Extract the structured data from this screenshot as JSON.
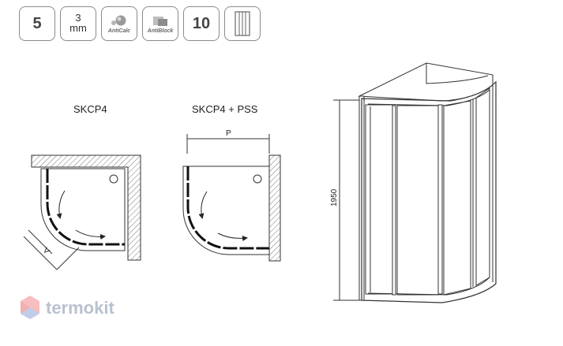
{
  "badges": [
    {
      "type": "number",
      "value": "5"
    },
    {
      "type": "thickness",
      "value": "3",
      "unit": "mm"
    },
    {
      "type": "coating",
      "label": "AntiCalc"
    },
    {
      "type": "coating",
      "label": "AntiBlock"
    },
    {
      "type": "number",
      "value": "10"
    },
    {
      "type": "icon",
      "icon": "glass-panel-icon"
    }
  ],
  "diagrams": {
    "left_title": "SKCP4",
    "middle_title": "SKCP4 + PSS",
    "dimension_v": "V",
    "dimension_p": "P",
    "height_value": "1950"
  },
  "logo": {
    "text": "termokit",
    "icon": "hexagon-logo-icon"
  }
}
